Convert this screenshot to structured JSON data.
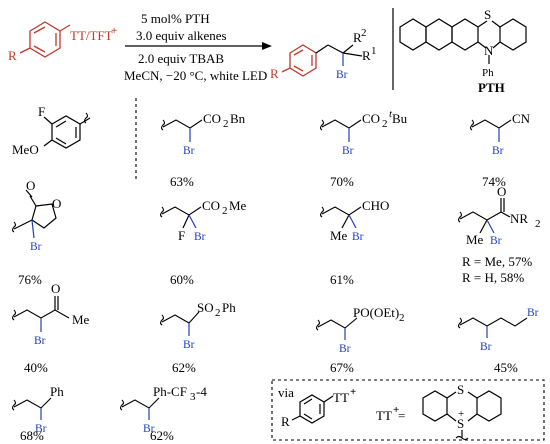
{
  "reaction": {
    "reagent_tt": "TT/TFT",
    "plus": "+",
    "cond1": "5 mol% PTH",
    "cond2": "3.0 equiv alkenes",
    "cond3": "2.0 equiv TBAB",
    "cond4": "MeCN, −20 °C, white LED",
    "r": "R",
    "r1": "R",
    "r1_sup": "1",
    "r2": "R",
    "r2_sup": "2",
    "br": "Br"
  },
  "catalyst": {
    "s": "S",
    "n": "N",
    "ph": "Ph",
    "name": "PTH"
  },
  "products": [
    {
      "yield": "63%",
      "group": "CO2Bn"
    },
    {
      "yield": "70%",
      "group": "CO2tBu"
    },
    {
      "yield": "74%",
      "group": "CN"
    },
    {
      "yield": "76%",
      "group": "lactone"
    },
    {
      "yield": "60%",
      "group": "CO2Me"
    },
    {
      "yield": "61%",
      "group": "CHO"
    },
    {
      "yield": "R = Me, 57%",
      "yield2": "R = H, 58%",
      "group": "CONR2"
    },
    {
      "yield": "40%",
      "group": "COMe"
    },
    {
      "yield": "62%",
      "group": "SO2Ph"
    },
    {
      "yield": "67%",
      "group": "PO(OEt)2"
    },
    {
      "yield": "45%",
      "group": "CH2CH2Br"
    },
    {
      "yield": "68%",
      "group": "Ph"
    },
    {
      "yield": "62%",
      "group": "Ph-CF3-4"
    }
  ],
  "labels": {
    "f": "F",
    "meo": "MeO",
    "co2bn": "CO",
    "co2bn_sub": "2",
    "co2bn_tail": "Bn",
    "co2tbu_a": "CO",
    "co2tbu_sub": "2",
    "co2tbu_t": "t",
    "co2tbu_tail": "Bu",
    "cn": "CN",
    "o": "O",
    "co2me": "CO",
    "co2me_sub": "2",
    "co2me_tail": "Me",
    "cho": "CHO",
    "me": "Me",
    "nr2": "NR",
    "nr2_sub": "2",
    "so2ph": "SO",
    "so2ph_sub": "2",
    "so2ph_tail": "Ph",
    "poet": "PO(OEt)",
    "poet_sub": "2",
    "ph": "Ph",
    "phcf3": "Ph-CF",
    "phcf3_sub": "3",
    "phcf3_tail": "-4"
  },
  "via": {
    "title": "via",
    "tt": "TT",
    "plus": "+",
    "eq": "TT",
    "eq_tail": " =",
    "r": "R",
    "s_top": "S",
    "s_bottom": "S",
    "s_plus": "+"
  }
}
